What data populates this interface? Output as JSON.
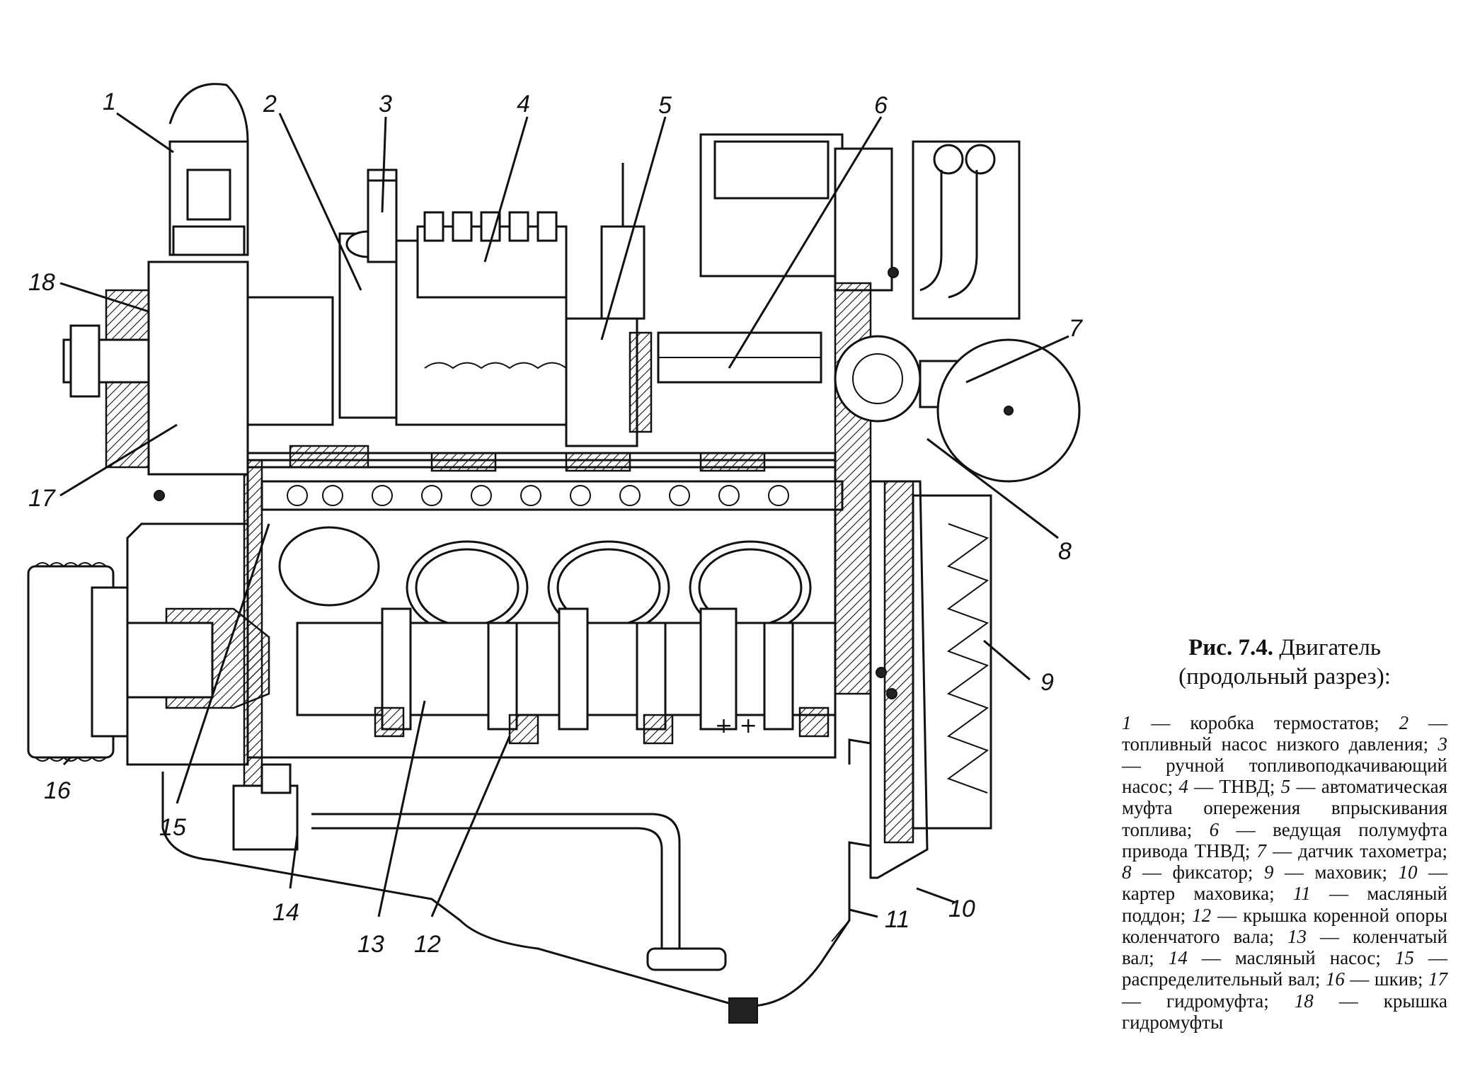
{
  "figure": {
    "number": "Рис. 7.4.",
    "title": "Двигатель",
    "subtitle": "(продольный разрез):"
  },
  "legend": [
    {
      "num": "1",
      "text": "коробка термостатов"
    },
    {
      "num": "2",
      "text": "топливный насос низкого давления"
    },
    {
      "num": "3",
      "text": "ручной топливоподкачивающий насос"
    },
    {
      "num": "4",
      "text": "ТНВД"
    },
    {
      "num": "5",
      "text": "автоматическая муфта опережения впрыскивания топлива"
    },
    {
      "num": "6",
      "text": "ведущая полумуфта привода ТНВД"
    },
    {
      "num": "7",
      "text": "датчик тахометра"
    },
    {
      "num": "8",
      "text": "фиксатор"
    },
    {
      "num": "9",
      "text": "маховик"
    },
    {
      "num": "10",
      "text": "картер маховика"
    },
    {
      "num": "11",
      "text": "масляный поддон"
    },
    {
      "num": "12",
      "text": "крышка коренной опоры коленчатого вала"
    },
    {
      "num": "13",
      "text": "коленчатый вал"
    },
    {
      "num": "14",
      "text": "масляный насос"
    },
    {
      "num": "15",
      "text": "распределительный вал"
    },
    {
      "num": "16",
      "text": "шкив"
    },
    {
      "num": "17",
      "text": "гидромуфта"
    },
    {
      "num": "18",
      "text": "крышка гидромуфты"
    }
  ],
  "callouts": [
    "1",
    "2",
    "3",
    "4",
    "5",
    "6",
    "7",
    "8",
    "9",
    "10",
    "11",
    "12",
    "13",
    "14",
    "15",
    "16",
    "17",
    "18"
  ]
}
